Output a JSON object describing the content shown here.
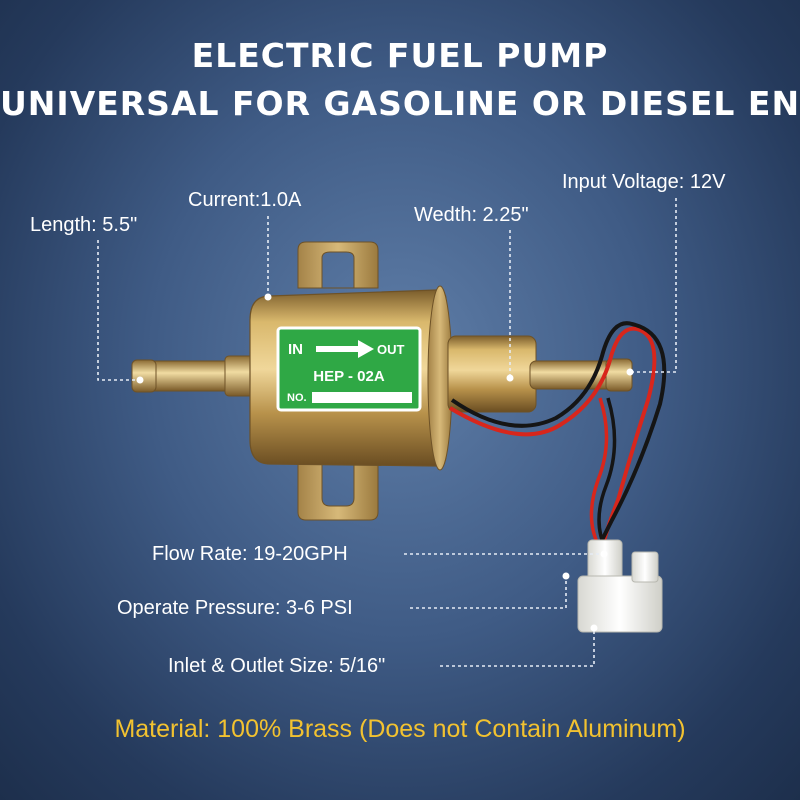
{
  "headline": {
    "line1": "ELECTRIC FUEL PUMP",
    "line2": "UNIVERSAL FOR GASOLINE OR DIESEL ENGINE"
  },
  "specs": {
    "length": "Length: 5.5\"",
    "current": "Current:1.0A",
    "width": "Wedth: 2.25\"",
    "input_voltage": "Input Voltage: 12V",
    "flow_rate": "Flow Rate: 19-20GPH",
    "operate_pressure": "Operate Pressure: 3-6 PSI",
    "inlet_outlet": "Inlet & Outlet Size: 5/16\""
  },
  "pump_label": {
    "in": "IN",
    "out": "OUT",
    "model": "HEP - 02A",
    "number": "NO."
  },
  "material": "Material: 100% Brass (Does not Contain Aluminum)",
  "colors": {
    "background": "#3f5b85",
    "title_text": "#ffffff",
    "material_text": "#f2c230",
    "brass": "#c9a55a",
    "label_green": "#2fa845",
    "wire_red": "#d8261c",
    "wire_black": "#151515",
    "connector": "#f4f4f0"
  }
}
